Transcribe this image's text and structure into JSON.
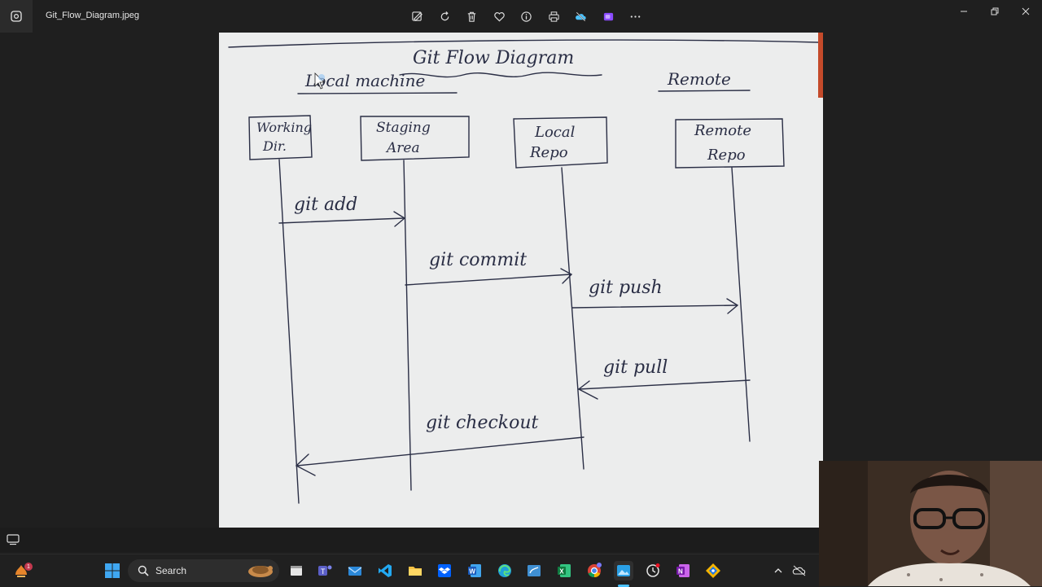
{
  "window": {
    "file_name": "Git_Flow_Diagram.jpeg",
    "toolbar_icons": [
      "edit-image-icon",
      "rotate-icon",
      "delete-icon",
      "favorite-icon",
      "info-icon",
      "print-icon",
      "onedrive-icon",
      "clipchamp-icon",
      "more-icon"
    ],
    "controls": [
      "minimize-icon",
      "restore-icon",
      "close-icon"
    ]
  },
  "diagram": {
    "title": "Git Flow Diagram",
    "section_local": "Local machine",
    "section_remote": "Remote",
    "boxes": {
      "working_dir": {
        "line1": "Working",
        "line2": "Dir."
      },
      "staging_area": {
        "line1": "Staging",
        "line2": "Area"
      },
      "local_repo": {
        "line1": "Local",
        "line2": "Repo"
      },
      "remote_repo": {
        "line1": "Remote",
        "line2": "Repo"
      }
    },
    "arrows": {
      "git_add": "git add",
      "git_commit": "git commit",
      "git_push": "git push",
      "git_pull": "git pull",
      "git_checkout": "git checkout"
    }
  },
  "taskbar": {
    "search_label": "Search",
    "notification_count": "1",
    "apps": [
      "widgets-icon",
      "start-icon",
      "search-icon",
      "file-icon",
      "teams-icon",
      "mail-icon",
      "vscode-icon",
      "explorer-icon",
      "dropbox-icon",
      "word-icon",
      "edge-icon",
      "mysql-icon",
      "excel-icon",
      "chrome-icon",
      "photos-icon",
      "dev-icon",
      "onenote-icon",
      "git-icon"
    ],
    "tray": [
      "chevron-up-icon",
      "cloud-icon"
    ]
  },
  "colors": {
    "paper": "#eceded",
    "ink": "#2a2e45",
    "accent": "#4cc2ff"
  }
}
